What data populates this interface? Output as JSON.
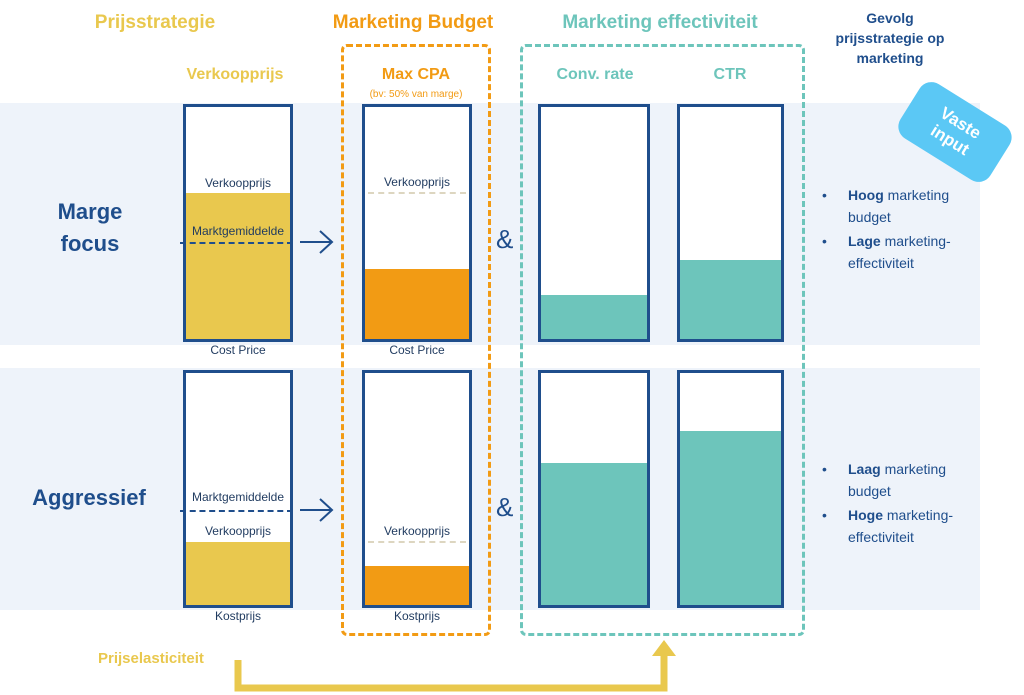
{
  "headers": {
    "prijsstrategie": "Prijsstrategie",
    "marketing_budget": "Marketing Budget",
    "marketing_effectiviteit": "Marketing effectiviteit",
    "gevolg": "Gevolg prijsstrategie op marketing"
  },
  "subheaders": {
    "verkoopprijs": "Verkoopprijs",
    "max_cpa": "Max CPA",
    "max_cpa_note": "(bv: 50% van marge)",
    "conv_rate": "Conv. rate",
    "ctr": "CTR"
  },
  "badge": "Vaste input",
  "rows": [
    {
      "label": "Marge focus",
      "price": {
        "fill_fraction": 0.63,
        "top_label": "Verkoopprijs",
        "mid_label": "Marktgemiddelde",
        "bottom_label": "Cost Price"
      },
      "budget": {
        "fill_fraction": 0.3,
        "top_label": "Verkoopprijs",
        "bottom_label": "Cost Price"
      },
      "conv_fraction": 0.19,
      "ctr_fraction": 0.34,
      "amp": "&",
      "bullets": [
        {
          "bold": "Hoog",
          "rest": " marketing budget"
        },
        {
          "bold": "Lage",
          "rest": " marketing-effectiviteit"
        }
      ]
    },
    {
      "label": "Aggressief",
      "price": {
        "fill_fraction": 0.27,
        "top_label": "Verkoopprijs",
        "mid_label": "Marktgemiddelde",
        "bottom_label": "Kostprijs"
      },
      "budget": {
        "fill_fraction": 0.17,
        "top_label": "Verkoopprijs",
        "bottom_label": "Kostprijs"
      },
      "conv_fraction": 0.61,
      "ctr_fraction": 0.75,
      "amp": "&",
      "bullets": [
        {
          "bold": "Laag",
          "rest": " marketing budget"
        },
        {
          "bold": "Hoge",
          "rest": " marketing-effectiviteit"
        }
      ]
    }
  ],
  "footer_label": "Prijselasticiteit",
  "colors": {
    "yellow": "#e9c84e",
    "orange": "#f29b14",
    "teal": "#6dc5bb",
    "navy": "#1f4e8c",
    "badge": "#5bc8f5"
  }
}
